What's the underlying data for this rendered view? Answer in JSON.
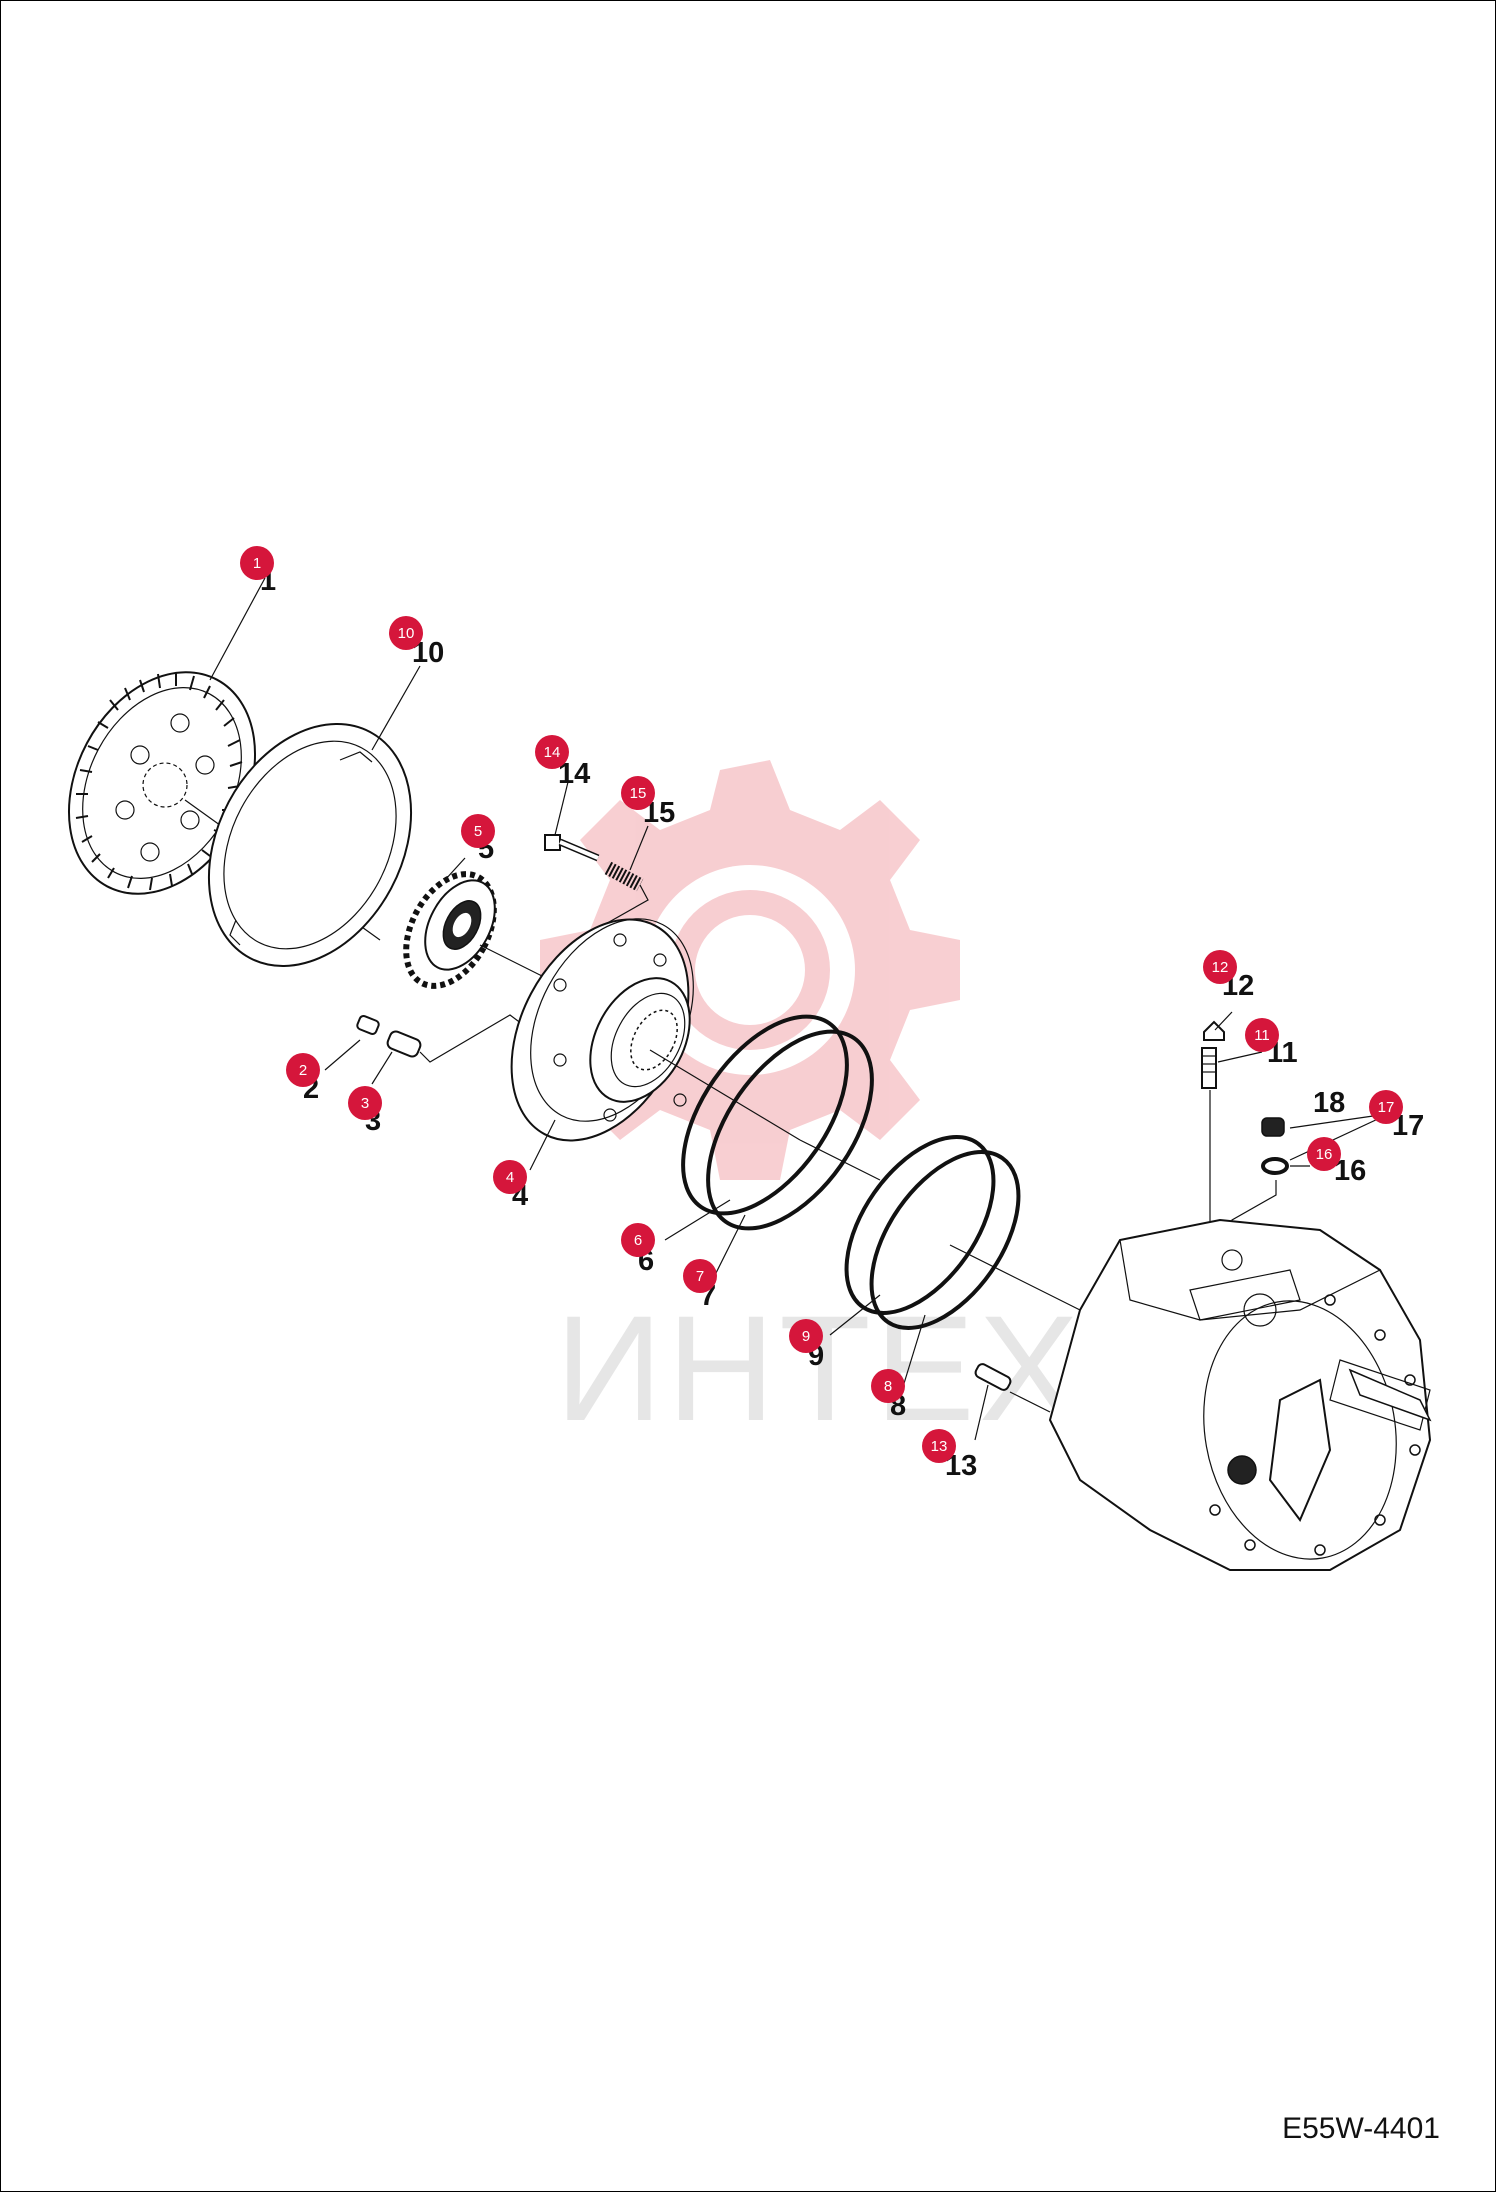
{
  "drawing_id": "E55W-4401",
  "watermark": {
    "text": "ИНТЕХ",
    "color": "#f2b8bb"
  },
  "colors": {
    "badge": "#d5163b",
    "line": "#111111",
    "watermark_gear": "#f7cccf",
    "watermark_text": "#e6e6e6"
  },
  "parts": [
    {
      "id": "1",
      "label": "1",
      "badge": "1"
    },
    {
      "id": "2",
      "label": "2",
      "badge": "2"
    },
    {
      "id": "3",
      "label": "3",
      "badge": "3"
    },
    {
      "id": "4",
      "label": "4",
      "badge": "4"
    },
    {
      "id": "5",
      "label": "5",
      "badge": "5"
    },
    {
      "id": "6",
      "label": "6",
      "badge": "6"
    },
    {
      "id": "7",
      "label": "7",
      "badge": "7"
    },
    {
      "id": "8",
      "label": "8",
      "badge": "8"
    },
    {
      "id": "9",
      "label": "9",
      "badge": "9"
    },
    {
      "id": "10",
      "label": "10",
      "badge": "10"
    },
    {
      "id": "11",
      "label": "11",
      "badge": "11"
    },
    {
      "id": "12",
      "label": "12",
      "badge": "12"
    },
    {
      "id": "13",
      "label": "13",
      "badge": "13"
    },
    {
      "id": "14",
      "label": "14",
      "badge": "14"
    },
    {
      "id": "15",
      "label": "15",
      "badge": "15"
    },
    {
      "id": "16",
      "label": "16",
      "badge": "16"
    },
    {
      "id": "17",
      "label": "17",
      "badge": "17"
    },
    {
      "id": "18",
      "label": "18",
      "badge": ""
    }
  ]
}
